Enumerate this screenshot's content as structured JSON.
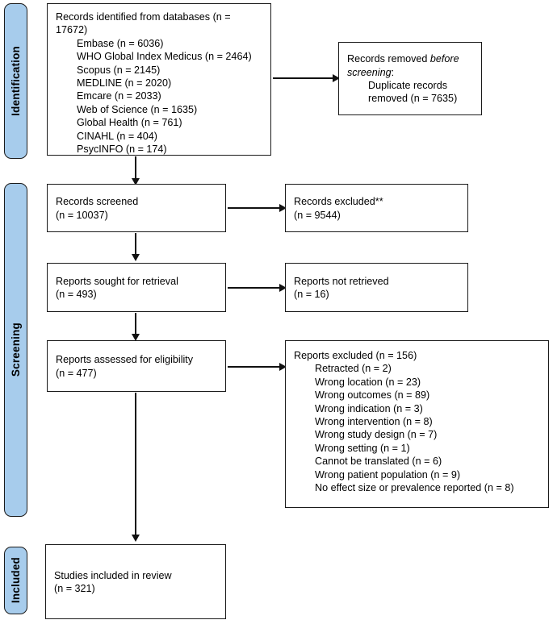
{
  "diagram": {
    "title": "PRISMA 2020 flow diagram",
    "type": "flowchart",
    "accent_color": "#A7CCEC",
    "border_color": "#1a1a1a",
    "background_color": "#ffffff"
  },
  "stages": [
    {
      "label": "Identification"
    },
    {
      "label": "Screening"
    },
    {
      "label": "Included"
    }
  ],
  "boxes": {
    "identification": {
      "heading": "Records identified from databases (n = 17672)",
      "sources": [
        "Embase (n = 6036)",
        "WHO Global Index Medicus (n = 2464)",
        "Scopus (n = 2145)",
        "MEDLINE (n = 2020)",
        "Emcare (n = 2033)",
        "Web of Science (n = 1635)",
        "Global Health (n = 761)",
        "CINAHL (n = 404)",
        "PsycINFO (n = 174)"
      ]
    },
    "removed_before_screening": {
      "heading_pre": "Records removed ",
      "heading_italic": "before screening",
      "heading_post": ":",
      "items": [
        "Duplicate records",
        "removed (n = 7635)"
      ]
    },
    "records_screened": {
      "heading": "Records screened",
      "count": "(n = 10037)"
    },
    "records_excluded": {
      "heading": "Records excluded**",
      "count": "(n = 9544)"
    },
    "reports_sought": {
      "heading": "Reports sought for retrieval",
      "count": "(n = 493)"
    },
    "reports_not_retrieved": {
      "heading": "Reports not retrieved",
      "count": "(n = 16)"
    },
    "reports_assessed": {
      "heading": "Reports assessed for eligibility",
      "count": "(n = 477)"
    },
    "reports_excluded": {
      "heading": "Reports excluded (n = 156)",
      "reasons": [
        "Retracted (n = 2)",
        "Wrong location (n = 23)",
        "Wrong outcomes (n = 89)",
        "Wrong indication (n = 3)",
        "Wrong intervention (n = 8)",
        "Wrong study design (n = 7)",
        "Wrong setting (n = 1)",
        "Cannot be translated (n = 6)",
        "Wrong patient population (n = 9)",
        "No effect size or prevalence reported (n = 8)"
      ]
    },
    "studies_included": {
      "heading": "Studies included in review",
      "count": "(n = 321)"
    }
  }
}
